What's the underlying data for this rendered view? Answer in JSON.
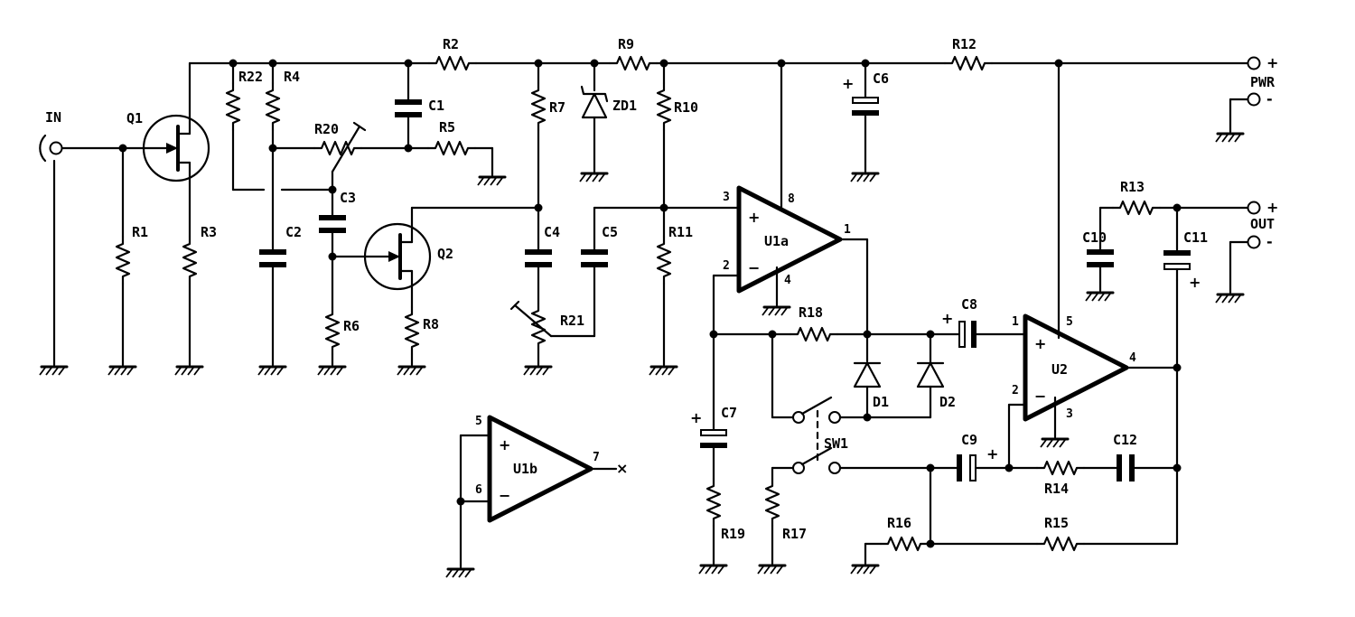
{
  "labels": {
    "in": "IN",
    "pwr": "PWR",
    "out": "OUT",
    "q1": "Q1",
    "q2": "Q2",
    "r1": "R1",
    "r2": "R2",
    "r3": "R3",
    "r4": "R4",
    "r5": "R5",
    "r6": "R6",
    "r7": "R7",
    "r8": "R8",
    "r9": "R9",
    "r10": "R10",
    "r11": "R11",
    "r12": "R12",
    "r13": "R13",
    "r14": "R14",
    "r15": "R15",
    "r16": "R16",
    "r17": "R17",
    "r18": "R18",
    "r19": "R19",
    "r20": "R20",
    "r21": "R21",
    "r22": "R22",
    "c1": "C1",
    "c2": "C2",
    "c3": "C3",
    "c4": "C4",
    "c5": "C5",
    "c6": "C6",
    "c7": "C7",
    "c8": "C8",
    "c9": "C9",
    "c10": "C10",
    "c11": "C11",
    "c12": "C12",
    "zd1": "ZD1",
    "d1": "D1",
    "d2": "D2",
    "sw1": "SW1",
    "u1a": "U1a",
    "u1b": "U1b",
    "u2": "U2"
  },
  "pins": {
    "u1a_in_plus": "3",
    "u1a_in_minus": "2",
    "u1a_out": "1",
    "u1a_vcc": "8",
    "u1a_gnd": "4",
    "u1b_in_plus": "5",
    "u1b_in_minus": "6",
    "u1b_out": "7",
    "u2_in_plus": "1",
    "u2_in_minus": "2",
    "u2_out": "4",
    "u2_vcc": "5",
    "u2_gnd": "3"
  },
  "symbols": {
    "plus": "+",
    "minus": "−",
    "dash": "-",
    "noconnect": "×"
  }
}
